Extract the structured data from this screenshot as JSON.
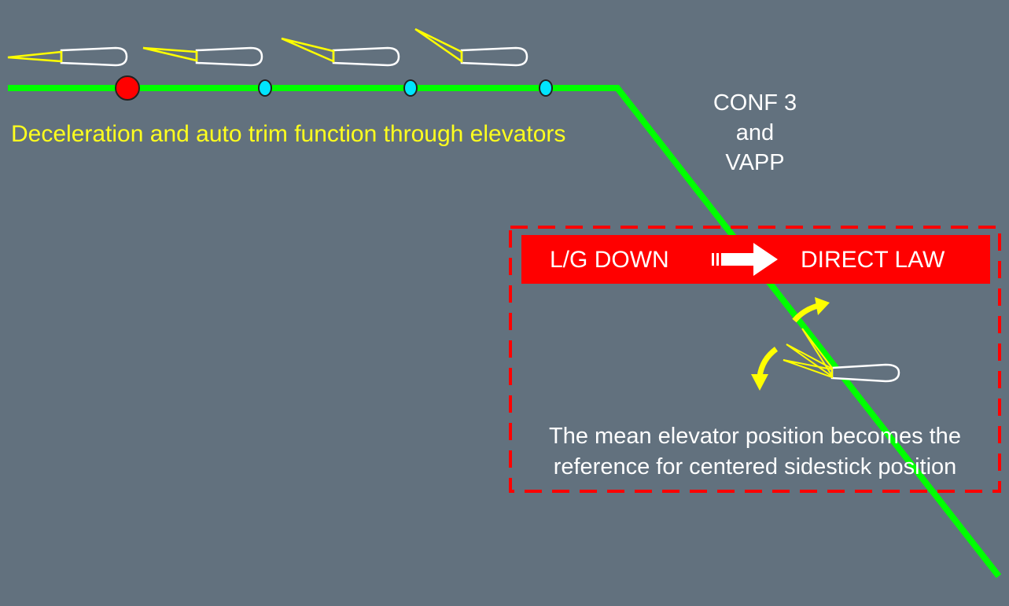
{
  "texts": {
    "decel": "Deceleration and auto trim function through elevators",
    "conf_line1": "CONF 3",
    "conf_line2": "and",
    "conf_line3": "VAPP",
    "lg_down": "L/G DOWN",
    "direct_law": "DIRECT LAW",
    "mean_line1": "The mean elevator position becomes the",
    "mean_line2": "reference for centered sidestick position"
  },
  "colors": {
    "background": "#62717e",
    "flight_path": "#00ff00",
    "elevator": "#ffff00",
    "stabilizer_outline": "#ffffff",
    "marker_red": "#ff0000",
    "marker_cyan": "#00e5ff",
    "banner": "#ff0000",
    "box_dash": "#ff0000",
    "arrows": "#ffff00"
  },
  "icons": {
    "markers": [
      "red-circle",
      "cyan-circle",
      "cyan-circle",
      "cyan-circle"
    ],
    "transition_arrow": "white-arrow-right",
    "elevator_oscillation": "curved-arrows"
  },
  "elevator_sequence": {
    "deflection_stages": [
      "small",
      "medium",
      "large",
      "maximum"
    ]
  }
}
